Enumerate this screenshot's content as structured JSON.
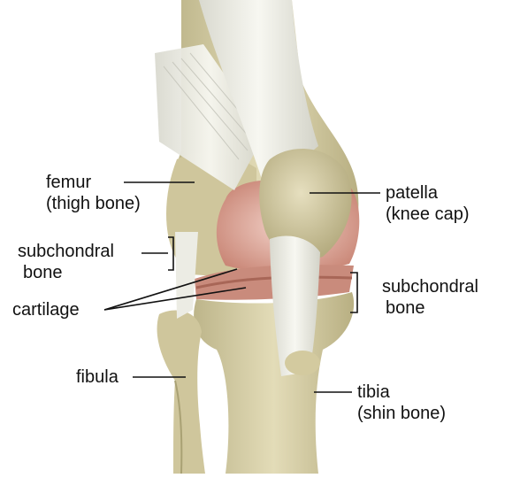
{
  "labels": {
    "femur": "femur",
    "femur_sub": "(thigh bone)",
    "patella": "patella",
    "patella_sub": "(knee cap)",
    "subchondral_left_1": "subchondral",
    "subchondral_left_2": "bone",
    "subchondral_right_1": "subchondral",
    "subchondral_right_2": "bone",
    "cartilage": "cartilage",
    "fibula": "fibula",
    "tibia": "tibia",
    "tibia_sub": "(shin bone)"
  },
  "colors": {
    "bone": "#d8d0a8",
    "bone_shadow": "#a9a174",
    "tendon": "#eeeee6",
    "cartilage": "#e2b4a8",
    "cartilage_dark": "#b56f62",
    "leader_line": "#111111"
  }
}
